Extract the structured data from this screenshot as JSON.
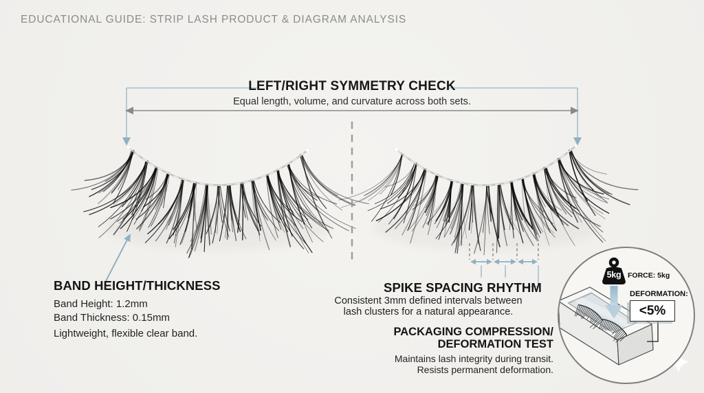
{
  "page_title": "EDUCATIONAL GUIDE: STRIP LASH PRODUCT & DIAGRAM ANALYSIS",
  "symmetry_check": {
    "title": "LEFT/RIGHT SYMMETRY CHECK",
    "subtitle": "Equal length, volume, and curvature across both sets."
  },
  "band_spec": {
    "title": "BAND HEIGHT/THICKNESS",
    "height": "Band Height: 1.2mm",
    "thickness": "Band Thickness: 0.15mm",
    "note": "Lightweight, flexible clear band."
  },
  "spike_spacing": {
    "title": "SPIKE SPACING RHYTHM",
    "desc_line1": "Consistent 3mm defined intervals between",
    "desc_line2": "lash clusters for a natural appearance."
  },
  "packaging_test": {
    "title_line1": "PACKAGING COMPRESSION/",
    "title_line2": "DEFORMATION TEST",
    "desc_line1": "Maintains lash integrity during transit.",
    "desc_line2": "Resists permanent deformation."
  },
  "compression_inset": {
    "weight_label": "5kg",
    "force_label": "FORCE: 5kg",
    "deformation_label": "DEFORMATION:",
    "deformation_value": "<5%"
  },
  "icons": {
    "weight": "kettlebell-weight-icon",
    "force_arrow": "force-down-arrow-icon",
    "sparkle": "sparkle-icon"
  },
  "colors": {
    "background": "#f2f1ee",
    "bracket_blue": "#a6bfcd",
    "accent_blue": "#8fb0c3",
    "arrow_gray": "#8a8a8a",
    "tick_gray": "#7d7d7d",
    "text_dark": "#1d1d1d",
    "muted_title": "#8b8b8b",
    "lash_black": "#0b0b0b",
    "circle_stroke": "#7e7e7c",
    "circle_fill": "#f7f6f3"
  }
}
